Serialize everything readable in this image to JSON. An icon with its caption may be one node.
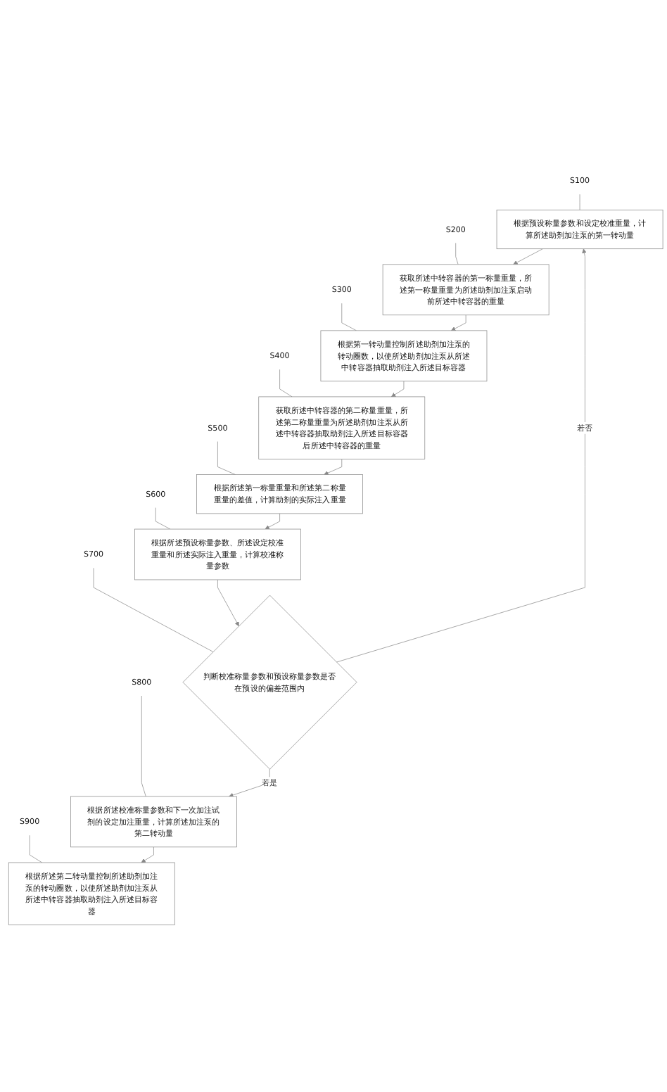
{
  "diagram": {
    "nodes": [
      {
        "text": [
          "S100"
        ]
      },
      {
        "text": [
          "根据预设称量参数和设定校准重量，计算所述助剂加注泵的第一转动量"
        ]
      },
      {
        "text": [
          "S200"
        ]
      },
      {
        "text": [
          "获取所述中转容器的第一称量重量，所述第一称量重量为所述助剂加注泵启动前所述中转容器的重量"
        ]
      },
      {
        "text": [
          "S300"
        ]
      },
      {
        "text": [
          "根据第一转动量控制所述助剂加注泵的转动圈数，以使所述助剂加注泵从所述中转容器抽取助剂注入所述目标容器"
        ]
      },
      {
        "text": [
          "S400"
        ]
      },
      {
        "text": [
          "获取所述中转容器的第二称量重量，所述第二称量重量为所述助剂加注泵从所述中转容器抽取助剂注入所述目标容器后所述中转容器的重量"
        ]
      },
      {
        "text": [
          "S500"
        ]
      },
      {
        "text": [
          "根据所述第一称量重量和所述第二称量重量的差值，计算助剂的实际注入重量"
        ]
      },
      {
        "text": [
          "S600"
        ]
      },
      {
        "text": [
          "根据所述预设称量参数、所述设定校准重量和所述实际注入重量，计算校准称量参数"
        ]
      },
      {
        "text": [
          "S700"
        ]
      },
      {
        "text": [
          "判断校准称量参数和预设称量参数是否在预设的偏差范围内"
        ]
      },
      {
        "text": [
          "S800"
        ]
      },
      {
        "text": [
          "根据所述校准称量参数和下一次加注试剂的设定加注重量，计算所述加注泵的第二转动量"
        ]
      },
      {
        "text": [
          "S900"
        ]
      },
      {
        "text": [
          "根据所述第二转动量控制所述助剂加注泵的转动圈数，以使所述助剂加注泵从所述中转容器抽取助剂注入所述目标容器"
        ]
      }
    ],
    "edges": [
      {
        "from": 0,
        "to": 1,
        "arrow": "none"
      },
      {
        "from": 2,
        "to": 3,
        "arrow": "none"
      },
      {
        "from": 4,
        "to": 5,
        "arrow": "none"
      },
      {
        "from": 6,
        "to": 7,
        "arrow": "none"
      },
      {
        "from": 8,
        "to": 9,
        "arrow": "none"
      },
      {
        "from": 10,
        "to": 11,
        "arrow": "none"
      },
      {
        "from": 12,
        "to": 13,
        "arrow": "none"
      },
      {
        "from": 14,
        "to": 15,
        "arrow": "none"
      },
      {
        "from": 16,
        "to": 17,
        "arrow": "none"
      },
      {
        "from": 1,
        "to": 3,
        "arrow": "to"
      },
      {
        "from": 3,
        "to": 5,
        "arrow": "to"
      },
      {
        "from": 5,
        "to": 7,
        "arrow": "to"
      },
      {
        "from": 7,
        "to": 9,
        "arrow": "to"
      },
      {
        "from": 9,
        "to": 11,
        "arrow": "to"
      },
      {
        "from": 11,
        "to": 13,
        "arrow": "to"
      },
      {
        "from": 13,
        "to": 15,
        "arrow": "to",
        "label": "若是"
      },
      {
        "from": 15,
        "to": 17,
        "arrow": "to"
      },
      {
        "from": 13,
        "to": 1,
        "arrow": "to",
        "label": "若否"
      }
    ]
  }
}
